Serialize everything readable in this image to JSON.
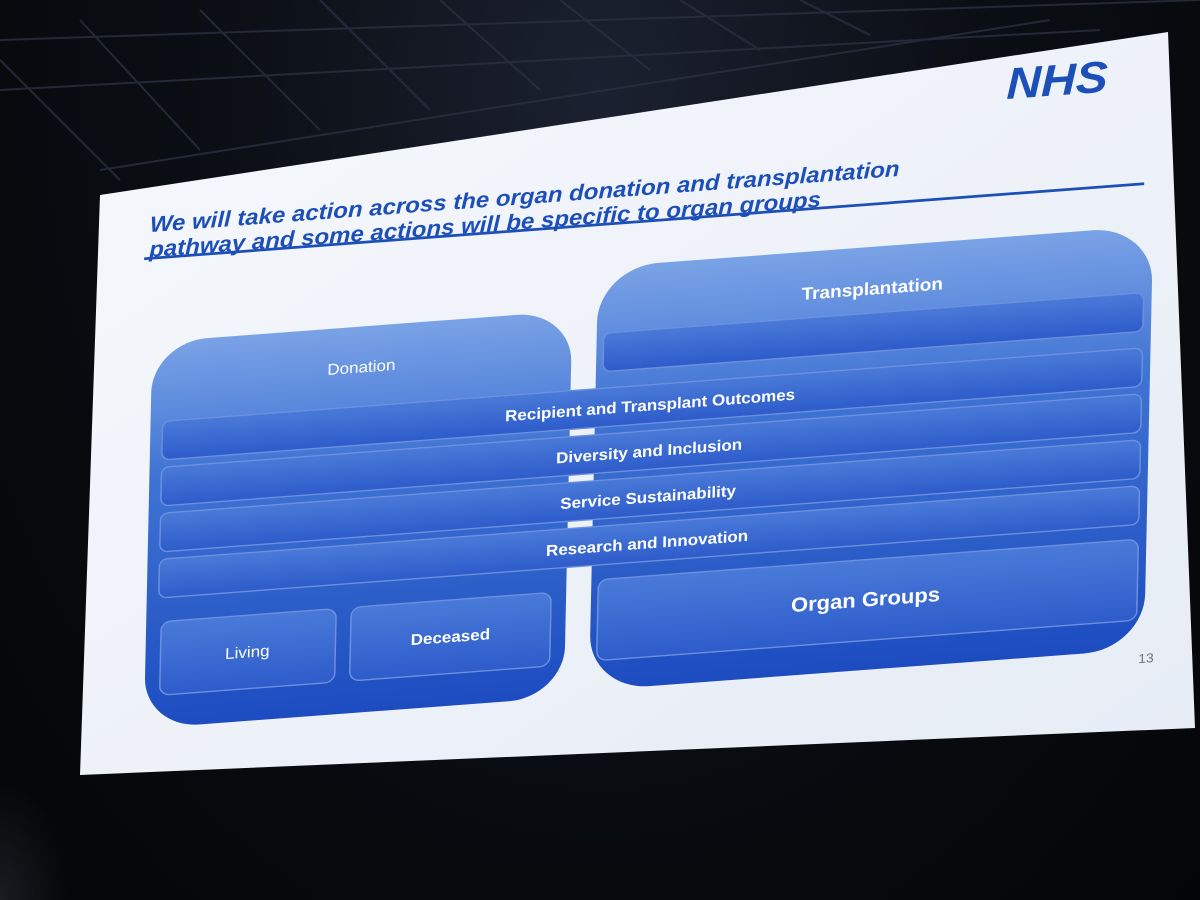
{
  "slide": {
    "logo": "NHS",
    "title_line1": "We will take action across the organ donation and transplantation",
    "title_line2": "pathway and some actions will be specific to organ groups",
    "page_number": "13",
    "donation": {
      "label": "Donation",
      "sub_boxes": [
        "Living",
        "Deceased"
      ]
    },
    "transplantation": {
      "label": "Transplantation",
      "organ_groups": "Organ Groups"
    },
    "bands": [
      "Recipient and Transplant Outcomes",
      "Diversity and Inclusion",
      "Service Sustainability",
      "Research and Innovation"
    ],
    "colors": {
      "nhs_blue": "#1d4fb8",
      "box_blue_top": "#6f9be4",
      "box_blue_bottom": "#1e4fc4",
      "slide_bg": "#f4f7fb"
    }
  }
}
